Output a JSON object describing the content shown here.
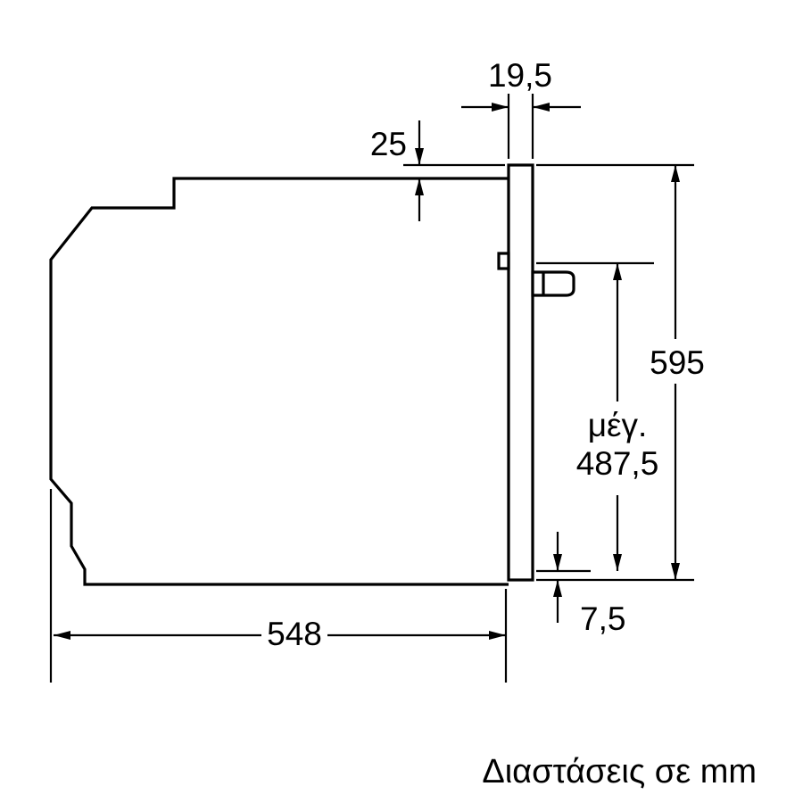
{
  "caption": "Διαστάσεις σε mm",
  "dimensions": {
    "panel_thickness": "19,5",
    "top_inset": "25",
    "front_height": "595",
    "max_label": "μέγ.",
    "max_value": "487,5",
    "bottom_offset": "7,5",
    "body_depth": "548"
  },
  "colors": {
    "line": "#000000",
    "background": "#ffffff"
  }
}
